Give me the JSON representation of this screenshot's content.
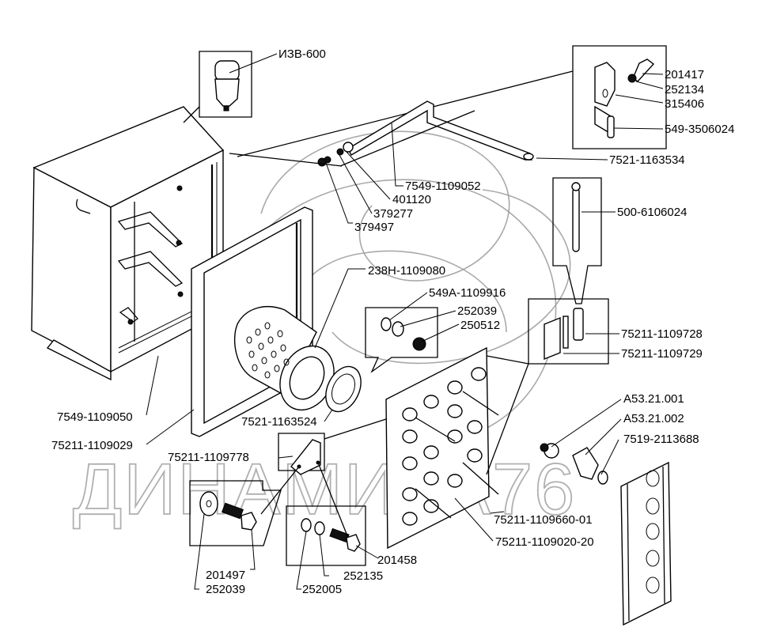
{
  "diagram": {
    "type": "exploded-parts-diagram",
    "watermark": "ДИНАМИКА76",
    "labels": {
      "izv600": "ИЗВ-600",
      "p201417": "201417",
      "p252134": "252134",
      "p315406": "315406",
      "p549_3506024": "549-3506024",
      "p7521_1163534": "7521-1163534",
      "p7549_1109052": "7549-1109052",
      "p401120": "401120",
      "p379277": "379277",
      "p379497": "379497",
      "p500_6106024": "500-6106024",
      "p238H_1109080": "238Н-1109080",
      "p549A_1109916": "549А-1109916",
      "p252039a": "252039",
      "p250512": "250512",
      "p75211_1109728": "75211-1109728",
      "p75211_1109729": "75211-1109729",
      "pA53_21_001": "А53.21.001",
      "pA53_21_002": "А53.21.002",
      "p7519_2113688": "7519-2113688",
      "p7549_1109050": "7549-1109050",
      "p7521_1163524": "7521-1163524",
      "p75211_1109029": "75211-1109029",
      "p75211_1109778": "75211-1109778",
      "p75211_1109660_01": "75211-1109660-01",
      "p75211_1109020_20": "75211-1109020-20",
      "p201458": "201458",
      "p201497": "201497",
      "p252039b": "252039",
      "p252135": "252135",
      "p252005": "252005"
    }
  }
}
